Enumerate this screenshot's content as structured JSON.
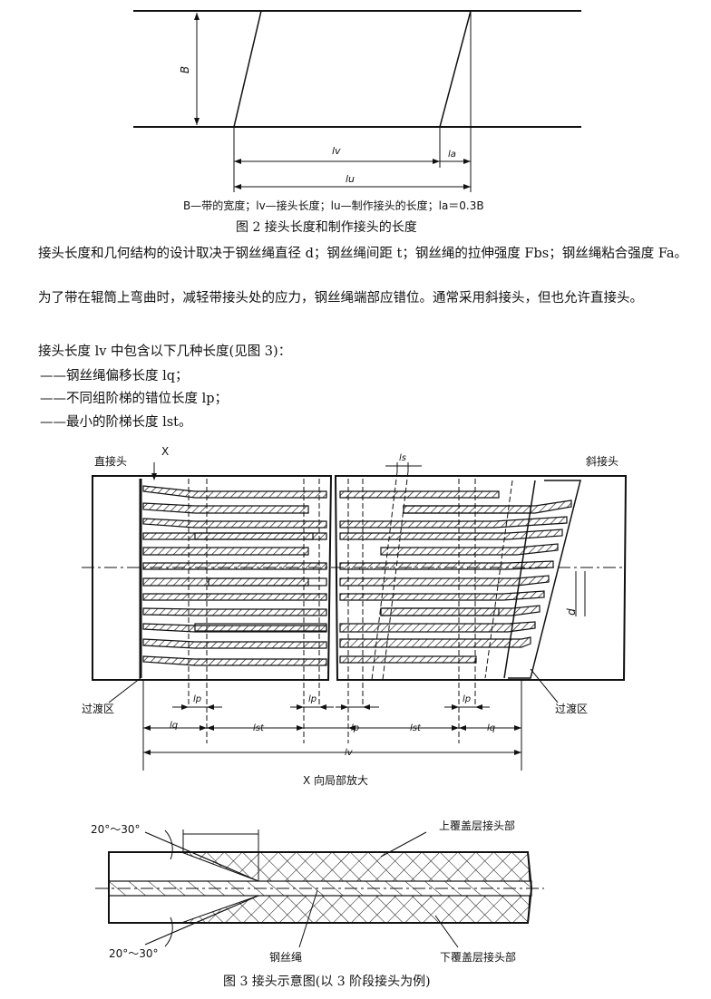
{
  "fig2": {
    "label_B": "B",
    "label_lv": "lv",
    "label_lu": "lu",
    "label_la": "la",
    "legend": "B—带的宽度；lv—接头长度；lu—制作接头的长度；la＝0.3B",
    "caption": "图 2   接头长度和制作接头的长度"
  },
  "paragraphs": {
    "p1": "接头长度和几何结构的设计取决于钢丝绳直径 d；钢丝绳间距 t；钢丝绳的拉伸强度 Fbs；钢丝绳粘合强度 Fa。",
    "p2": "为了带在辊筒上弯曲时，减轻带接头处的应力，钢丝绳端部应错位。通常采用斜接头，但也允许直接头。",
    "p3": "接头长度 lv 中包含以下几种长度(见图 3)：",
    "item1": "——钢丝绳偏移长度 lq；",
    "item2": "——不同组阶梯的错位长度 lp；",
    "item3": "——最小的阶梯长度 lst。"
  },
  "fig3": {
    "straight_joint": "直接头",
    "bias_joint": "斜接头",
    "view_x": "X",
    "transition_left": "过渡区",
    "transition_right": "过渡区",
    "ls": "ls",
    "d": "d",
    "lp": "lp",
    "lq": "lq",
    "lst": "lst",
    "lv": "lv",
    "zoom_caption": "X 向局部放大",
    "angle_top": "20°～30°",
    "angle_bottom": "20°～30°",
    "upper_cover": "上覆盖层接头部",
    "lower_cover": "下覆盖层接头部",
    "steel_cord": "钢丝绳",
    "caption": "图 3   接头示意图(以 3 阶段接头为例)"
  }
}
